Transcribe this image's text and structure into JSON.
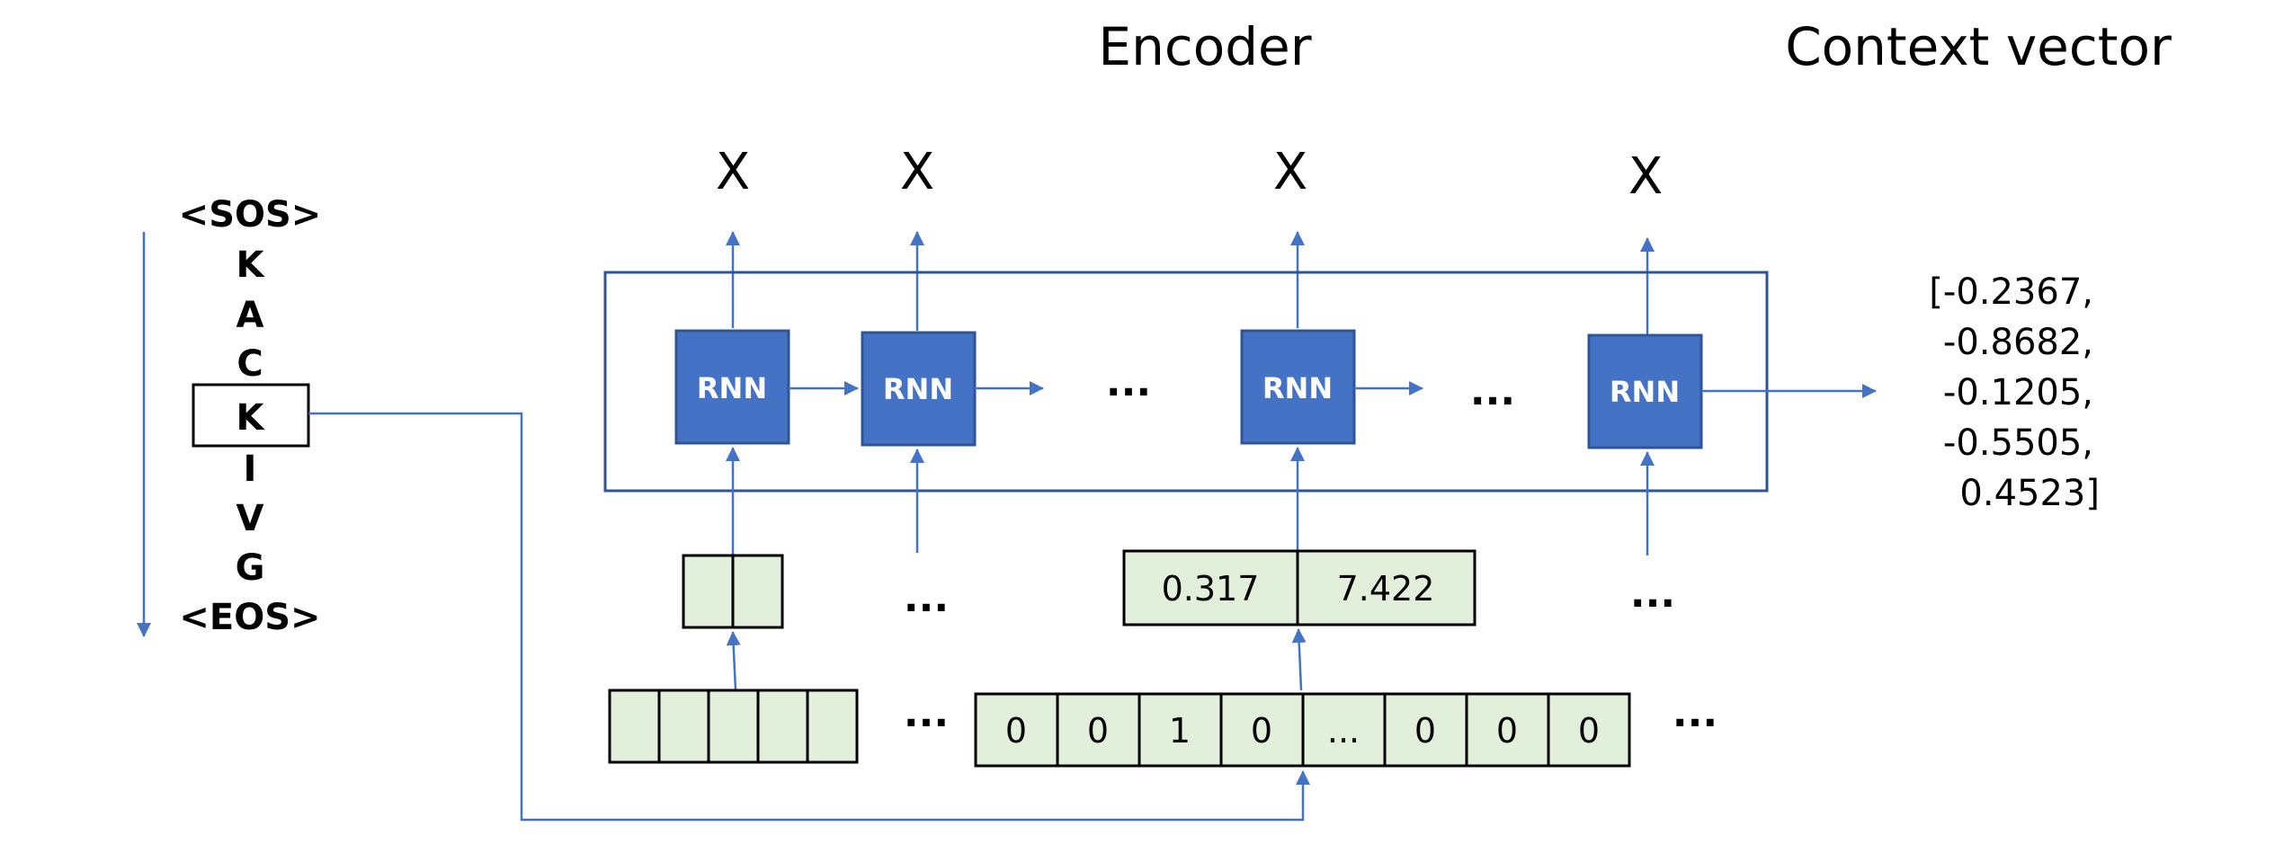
{
  "titles": {
    "encoder": "Encoder",
    "context": "Context vector"
  },
  "outputs": [
    "X",
    "X",
    "X",
    "X"
  ],
  "tokens": [
    "<SOS>",
    "K",
    "A",
    "C",
    "K",
    "I",
    "V",
    "G",
    "<EOS>"
  ],
  "highlighted_token_index": 4,
  "rnn_label": "RNN",
  "rnn_count": 4,
  "ellipsis": "...",
  "embedding_values": [
    "0.317",
    "7.422"
  ],
  "one_hot": [
    "0",
    "0",
    "1",
    "0",
    "...",
    "0",
    "0",
    "0"
  ],
  "context_vector": [
    "[-0.2367,",
    "-0.8682,",
    "-0.1205,",
    "-0.5505,",
    "0.4523]"
  ],
  "colors": {
    "line": "#4472C4",
    "rnn_fill": "#4472C4",
    "rnn_stroke": "#2F5597",
    "cell_fill": "#E2EFDA",
    "cell_stroke": "#000000"
  }
}
